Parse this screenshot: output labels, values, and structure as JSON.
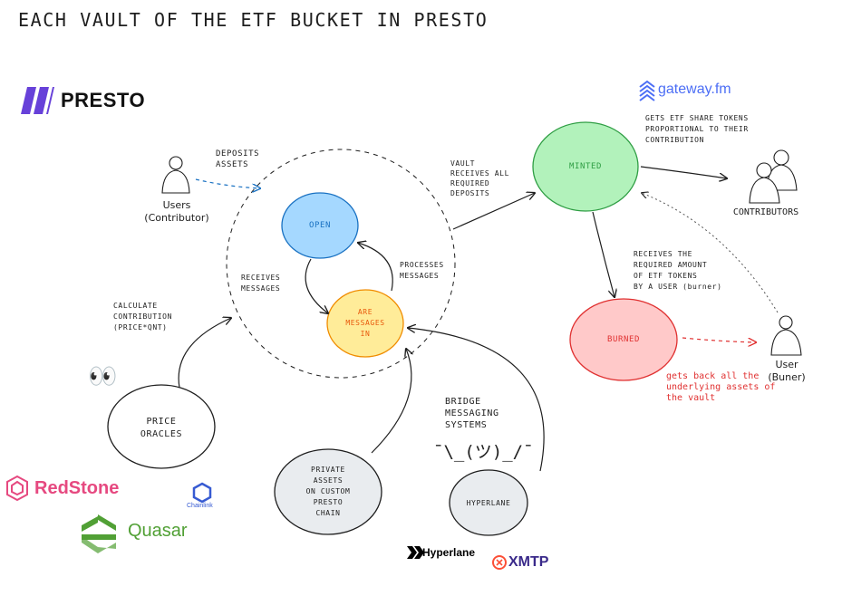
{
  "title": "Each vault of the ETF Bucket in Presto",
  "logos": {
    "presto": "PRESTO",
    "gateway": "gateway.fm",
    "redstone": "RedStone",
    "chainlink": "Chainlink",
    "quasar": "Quasar",
    "hyperlane": "Hyperlane",
    "xmtp": "XMTP"
  },
  "nodes": {
    "open": "OPEN",
    "messages_in": "ARE\nMESSAGES\nIN",
    "minted": "MINTED",
    "burned": "BURNED",
    "price_oracles": "PRICE\nORACLES",
    "private_assets": "PRIVATE\nASSETS\nON CUSTOM\nPRESTO\nCHAIN",
    "hyperlane_node": "HYPERLANE"
  },
  "people": {
    "users": "Users\n(Contributor)",
    "contributors": "CONTRIBUTORS",
    "user_burner": "User\n(Buner)"
  },
  "annotations": {
    "deposits_assets": "DEPOSITS\nASSETS",
    "vault_receives": "VAULT\nRECEIVES ALL\nREQUIRED\nDEPOSITS",
    "gets_etf_share": "GETS ETF SHARE TOKENS\nPROPORTIONAL TO THEIR\nCONTRIBUTION",
    "receives_messages": "RECEIVES\nMESSAGES",
    "processes_messages": "PROCESSES\nMESSAGES",
    "calculate_contribution": "CALCULATE\nCONTRIBUTION\n(PRICE*QNT)",
    "receives_required": "RECEIVES THE\nREQUIRED AMOUNT\nOF ETF TOKENS\nBY A USER (burner)",
    "gets_back": "gets back all the\nunderlying assets of\nthe vault",
    "bridge_messaging": "BRIDGE\nMESSAGING\nSYSTEMS",
    "shrug": "¯\\_(ツ)_/¯",
    "eyes": "👀"
  },
  "colors": {
    "open_fill": "#a5d8ff",
    "open_stroke": "#1971c2",
    "messages_fill": "#ffec99",
    "messages_stroke": "#f08c00",
    "minted_fill": "#b2f2bb",
    "minted_stroke": "#2f9e44",
    "burned_fill": "#ffc9c9",
    "burned_stroke": "#e03131",
    "grey_fill": "#e9ecef",
    "presto_purple": "#6741d9",
    "gateway_blue": "#4c6ef5",
    "redstone_red": "#e64980",
    "chainlink_blue": "#375bd2",
    "quasar_green": "#51a035"
  }
}
